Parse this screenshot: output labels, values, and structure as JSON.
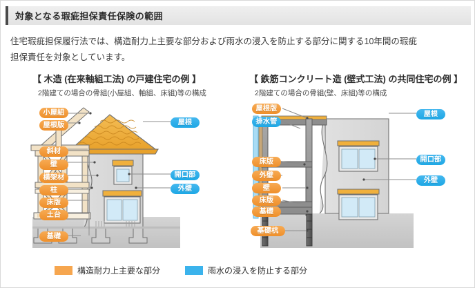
{
  "header": {
    "title": "対象となる瑕疵担保責任保険の範囲"
  },
  "intro": {
    "line1": "住宅瑕疵担保履行法では、構造耐力上主要な部分および雨水の浸入を防止する部分に関する10年間の瑕疵",
    "line2": "担保責任を対象としています。"
  },
  "panels": [
    {
      "title": "【 木造 (在来軸組工法) の戸建住宅の例 】",
      "subtitle": "2階建ての場合の骨組(小屋組、軸組、床組)等の構成",
      "labels_left": [
        {
          "text": "小屋組",
          "color": "orange"
        },
        {
          "text": "屋根版",
          "color": "orange"
        },
        {
          "text": "斜材",
          "color": "orange"
        },
        {
          "text": "壁",
          "color": "orange"
        },
        {
          "text": "横架材",
          "color": "orange"
        },
        {
          "text": "柱",
          "color": "orange"
        },
        {
          "text": "床版",
          "color": "orange"
        },
        {
          "text": "土台",
          "color": "orange"
        },
        {
          "text": "基礎",
          "color": "orange"
        }
      ],
      "labels_right": [
        {
          "text": "屋根",
          "color": "blue"
        },
        {
          "text": "開口部",
          "color": "blue"
        },
        {
          "text": "外壁",
          "color": "blue"
        }
      ]
    },
    {
      "title": "【 鉄筋コンクリート造 (壁式工法) の共同住宅の例 】",
      "subtitle": "2階建ての場合の骨組(壁、床組)等の構成",
      "labels_left": [
        {
          "text": "屋根版",
          "color": "orange"
        },
        {
          "text": "排水管",
          "color": "blue"
        },
        {
          "text": "床版",
          "color": "orange"
        },
        {
          "text": "外壁",
          "color": "orange"
        },
        {
          "text": "壁",
          "color": "orange"
        },
        {
          "text": "床版",
          "color": "orange"
        },
        {
          "text": "基礎",
          "color": "orange"
        },
        {
          "text": "基礎杭",
          "color": "orange"
        }
      ],
      "labels_right": [
        {
          "text": "屋根",
          "color": "blue"
        },
        {
          "text": "開口部",
          "color": "blue"
        },
        {
          "text": "外壁",
          "color": "blue"
        }
      ]
    }
  ],
  "legend": [
    {
      "swatch": "orange",
      "text": "構造耐力上主要な部分",
      "color": "#f6a64f"
    },
    {
      "swatch": "blue",
      "text": "雨水の浸入を防止する部分",
      "color": "#3bb3ec"
    }
  ],
  "colors": {
    "orange_pill": "#ef8f2a",
    "blue_pill": "#1da7e5",
    "roof_tile": "#f0b03c",
    "timber": "#f0ddc0",
    "wall_gray": "#d9d9d9",
    "concrete": "#9a9a9a",
    "ground": "#c9c9c9"
  }
}
